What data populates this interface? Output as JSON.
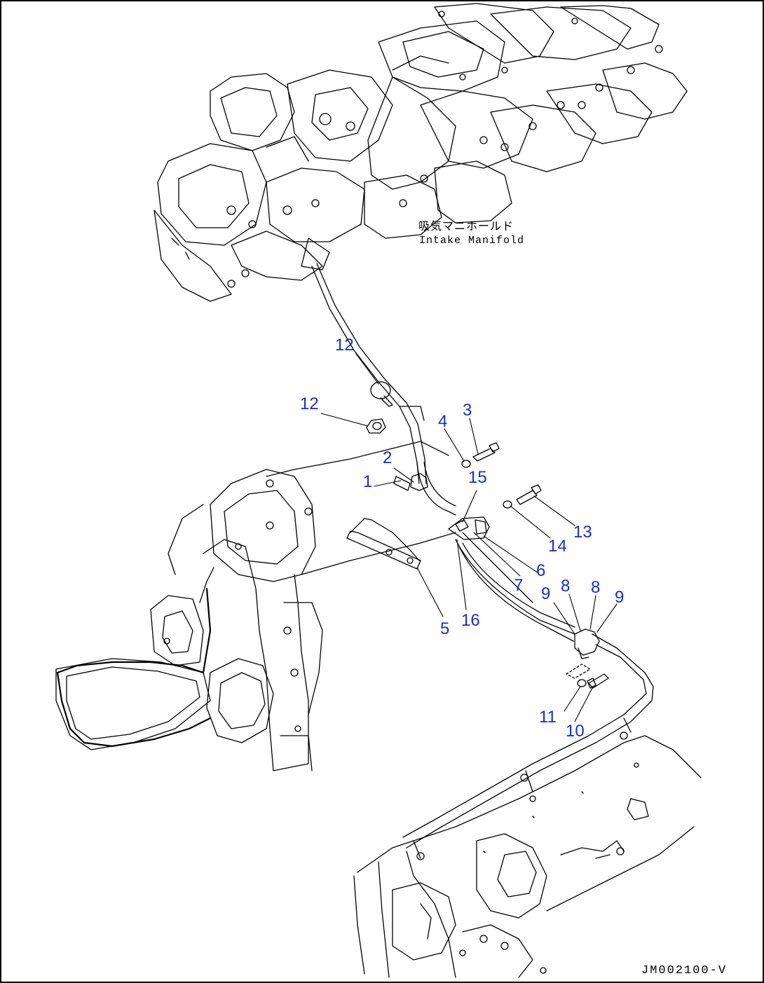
{
  "labels": {
    "manifold_jp": "吸気マニホールド",
    "manifold_en": "Intake Manifold",
    "drawing_code": "JM002100-V"
  },
  "colors": {
    "callout": "#1a2ccc",
    "line": "#000000"
  },
  "callouts": [
    {
      "id": "c12a",
      "text": "12"
    },
    {
      "id": "c12b",
      "text": "12"
    },
    {
      "id": "c4",
      "text": "4"
    },
    {
      "id": "c3",
      "text": "3"
    },
    {
      "id": "c2",
      "text": "2"
    },
    {
      "id": "c1",
      "text": "1"
    },
    {
      "id": "c15",
      "text": "15"
    },
    {
      "id": "c13",
      "text": "13"
    },
    {
      "id": "c14",
      "text": "14"
    },
    {
      "id": "c6",
      "text": "6"
    },
    {
      "id": "c7",
      "text": "7"
    },
    {
      "id": "c9a",
      "text": "9"
    },
    {
      "id": "c8a",
      "text": "8"
    },
    {
      "id": "c8b",
      "text": "8"
    },
    {
      "id": "c9b",
      "text": "9"
    },
    {
      "id": "c5",
      "text": "5"
    },
    {
      "id": "c16",
      "text": "16"
    },
    {
      "id": "c11",
      "text": "11"
    },
    {
      "id": "c10",
      "text": "10"
    }
  ]
}
